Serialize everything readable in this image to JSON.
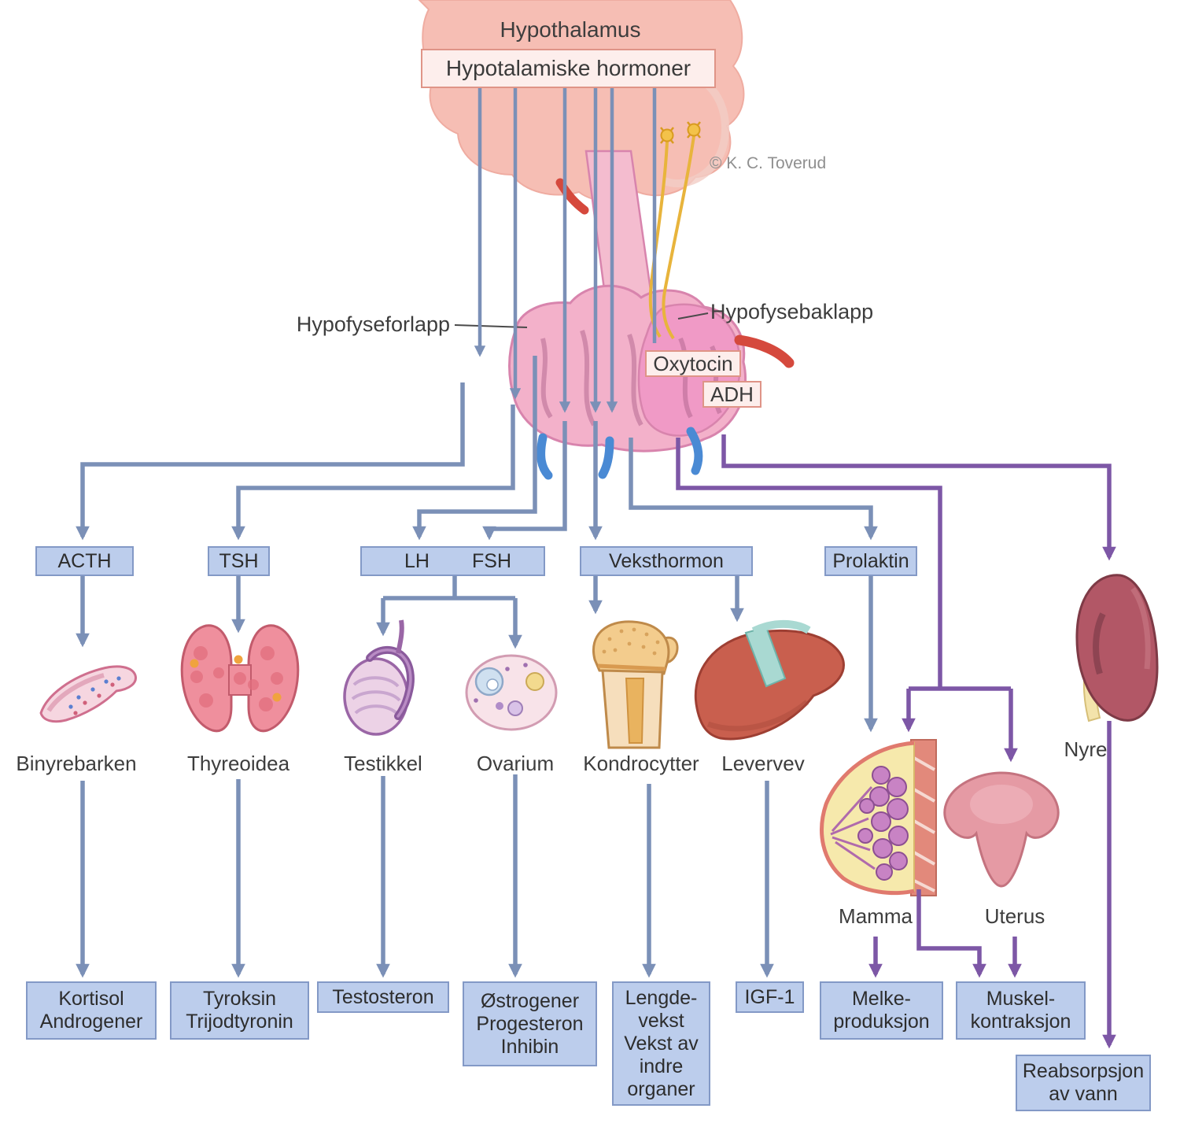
{
  "copyright": "© K. C. Toverud",
  "anatomy_labels": {
    "hypothalamus": "Hypothalamus",
    "anterior_pituitary": "Hypofyseforlapp",
    "posterior_pituitary": "Hypofysebaklapp"
  },
  "hormone_boxes": {
    "hypothalamic": "Hypotalamiske hormoner",
    "oxytocin": "Oxytocin",
    "adh": "ADH",
    "acth": "ACTH",
    "tsh": "TSH",
    "lh": "LH",
    "fsh": "FSH",
    "veksthormon": "Veksthormon",
    "prolaktin": "Prolaktin"
  },
  "organs": {
    "binyrebarken": "Binyrebarken",
    "thyreoidea": "Thyreoidea",
    "testikkel": "Testikkel",
    "ovarium": "Ovarium",
    "kondrocytter": "Kondrocytter",
    "levervev": "Levervev",
    "nyre": "Nyre",
    "mamma": "Mamma",
    "uterus": "Uterus"
  },
  "products": {
    "kortisol": {
      "lines": [
        "Kortisol",
        "Androgener"
      ]
    },
    "tyroksin": {
      "lines": [
        "Tyroksin",
        "Trijodtyronin"
      ]
    },
    "testosteron": {
      "lines": [
        "Testosteron"
      ]
    },
    "ostrogener": {
      "lines": [
        "Østrogener",
        "Progesteron",
        "Inhibin"
      ]
    },
    "lengdevekst": {
      "lines": [
        "Lengde-",
        "vekst",
        "Vekst av",
        "indre",
        "organer"
      ]
    },
    "igf1": {
      "lines": [
        "IGF-1"
      ]
    },
    "melke": {
      "lines": [
        "Melke-",
        "produksjon"
      ]
    },
    "muskel": {
      "lines": [
        "Muskel-",
        "kontraksjon"
      ]
    },
    "reabsorpsjon": {
      "lines": [
        "Reabsorpsjon",
        "av vann"
      ]
    }
  },
  "colors": {
    "anterior_pathway": "#7b90b7",
    "posterior_pathway": "#7d57a6",
    "hormone_box_fill": "#bccdec",
    "pink_box_fill": "#fdeeec"
  }
}
